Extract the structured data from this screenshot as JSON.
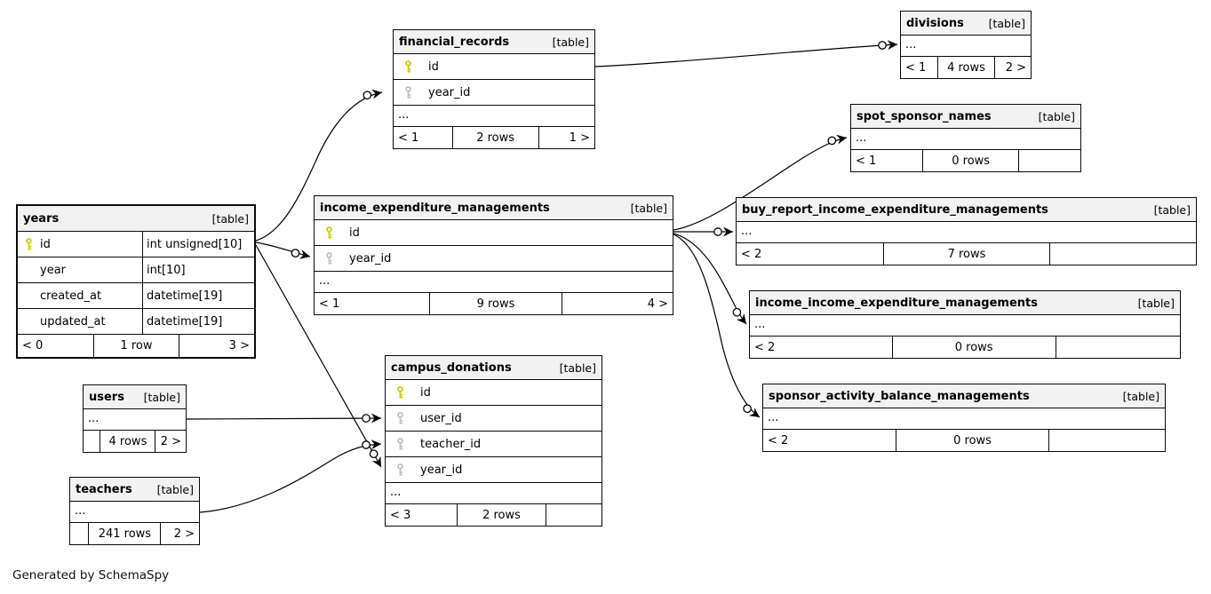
{
  "diagram": {
    "credit": "Generated by SchemaSpy",
    "colors": {
      "pk_key": "#cccc00",
      "fk_key": "#c0c0c0",
      "header_bg": "#f2f2f2",
      "line": "#000000"
    }
  },
  "tables": {
    "years": {
      "name": "years",
      "tag": "[table]",
      "columns": [
        {
          "key": "pk",
          "name": "id",
          "type": "int unsigned[10]"
        },
        {
          "key": "",
          "name": "year",
          "type": "int[10]"
        },
        {
          "key": "",
          "name": "created_at",
          "type": "datetime[19]"
        },
        {
          "key": "",
          "name": "updated_at",
          "type": "datetime[19]"
        }
      ],
      "footer": {
        "left": "< 0",
        "center": "1 row",
        "right": "3 >"
      }
    },
    "financial_records": {
      "name": "financial_records",
      "tag": "[table]",
      "columns": [
        {
          "key": "pk",
          "name": "id"
        },
        {
          "key": "fk",
          "name": "year_id"
        }
      ],
      "ellipsis": "...",
      "footer": {
        "left": "< 1",
        "center": "2 rows",
        "right": "1 >"
      }
    },
    "divisions": {
      "name": "divisions",
      "tag": "[table]",
      "ellipsis": "...",
      "footer": {
        "left": "< 1",
        "center": "4 rows",
        "right": "2 >"
      }
    },
    "spot_sponsor_names": {
      "name": "spot_sponsor_names",
      "tag": "[table]",
      "ellipsis": "...",
      "footer": {
        "left": "< 1",
        "center": "0 rows",
        "right": ""
      }
    },
    "income_expenditure_managements": {
      "name": "income_expenditure_managements",
      "tag": "[table]",
      "columns": [
        {
          "key": "pk",
          "name": "id"
        },
        {
          "key": "fk",
          "name": "year_id"
        }
      ],
      "ellipsis": "...",
      "footer": {
        "left": "< 1",
        "center": "9 rows",
        "right": "4 >"
      }
    },
    "buy_report_income_expenditure_managements": {
      "name": "buy_report_income_expenditure_managements",
      "tag": "[table]",
      "ellipsis": "...",
      "footer": {
        "left": "< 2",
        "center": "7 rows",
        "right": ""
      }
    },
    "income_income_expenditure_managements": {
      "name": "income_income_expenditure_managements",
      "tag": "[table]",
      "ellipsis": "...",
      "footer": {
        "left": "< 2",
        "center": "0 rows",
        "right": ""
      }
    },
    "sponsor_activity_balance_managements": {
      "name": "sponsor_activity_balance_managements",
      "tag": "[table]",
      "ellipsis": "...",
      "footer": {
        "left": "< 2",
        "center": "0 rows",
        "right": ""
      }
    },
    "campus_donations": {
      "name": "campus_donations",
      "tag": "[table]",
      "columns": [
        {
          "key": "pk",
          "name": "id"
        },
        {
          "key": "fk",
          "name": "user_id"
        },
        {
          "key": "fk",
          "name": "teacher_id"
        },
        {
          "key": "fk",
          "name": "year_id"
        }
      ],
      "ellipsis": "...",
      "footer": {
        "left": "< 3",
        "center": "2 rows",
        "right": ""
      }
    },
    "users": {
      "name": "users",
      "tag": "[table]",
      "ellipsis": "...",
      "footer": {
        "left": "",
        "center": "4 rows",
        "right": "2 >"
      }
    },
    "teachers": {
      "name": "teachers",
      "tag": "[table]",
      "ellipsis": "...",
      "footer": {
        "left": "",
        "center": "241 rows",
        "right": "2 >"
      }
    }
  },
  "relationships": [
    {
      "from": "years.id",
      "to": "financial_records.year_id"
    },
    {
      "from": "years.id",
      "to": "income_expenditure_managements.year_id"
    },
    {
      "from": "years.id",
      "to": "campus_donations.year_id"
    },
    {
      "from": "financial_records.id",
      "to": "divisions"
    },
    {
      "from": "income_expenditure_managements.id",
      "to": "spot_sponsor_names"
    },
    {
      "from": "income_expenditure_managements.id",
      "to": "buy_report_income_expenditure_managements"
    },
    {
      "from": "income_expenditure_managements.id",
      "to": "income_income_expenditure_managements"
    },
    {
      "from": "income_expenditure_managements.id",
      "to": "sponsor_activity_balance_managements"
    },
    {
      "from": "users",
      "to": "campus_donations.user_id"
    },
    {
      "from": "teachers",
      "to": "campus_donations.teacher_id"
    }
  ]
}
